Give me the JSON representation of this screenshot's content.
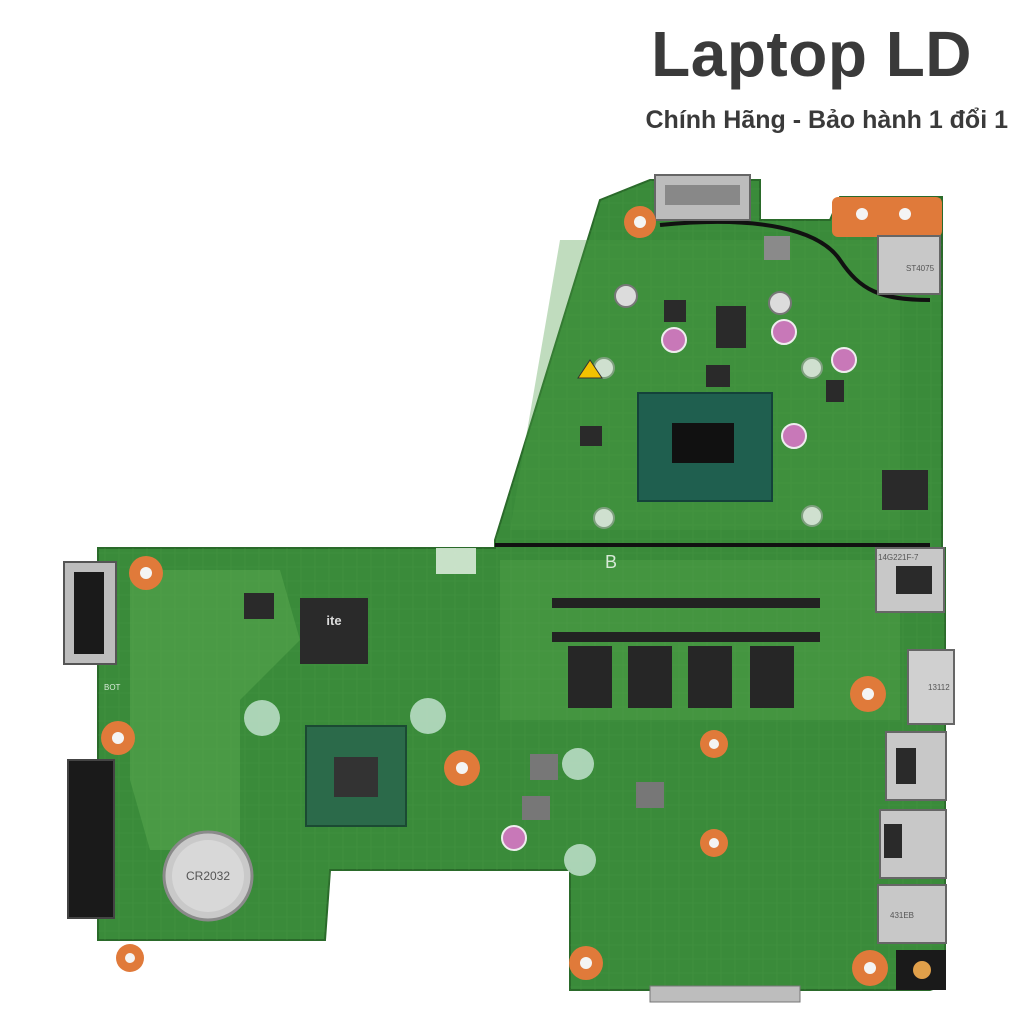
{
  "header": {
    "brand": "Laptop LD",
    "tagline": "Chính Hãng - Bảo hành 1 đổi 1"
  },
  "board": {
    "chips": {
      "ec_chip_logo": "ite",
      "ram_slot_letter": "B"
    },
    "labels": {
      "bot": "BOT",
      "coin_cell": "CR2032",
      "lan_port_code": "14G221F-7",
      "hdmi_code": "13112",
      "usb_code": "431EB",
      "power_jack_code": "ST4075"
    }
  },
  "colors": {
    "pcb": "#3a8b3a",
    "pcb_dark": "#2f7530",
    "pcb_light": "#58a84e",
    "copper_pad": "#e07a3a",
    "chip": "#2a2a2a",
    "metal": "#bcbcbc"
  }
}
